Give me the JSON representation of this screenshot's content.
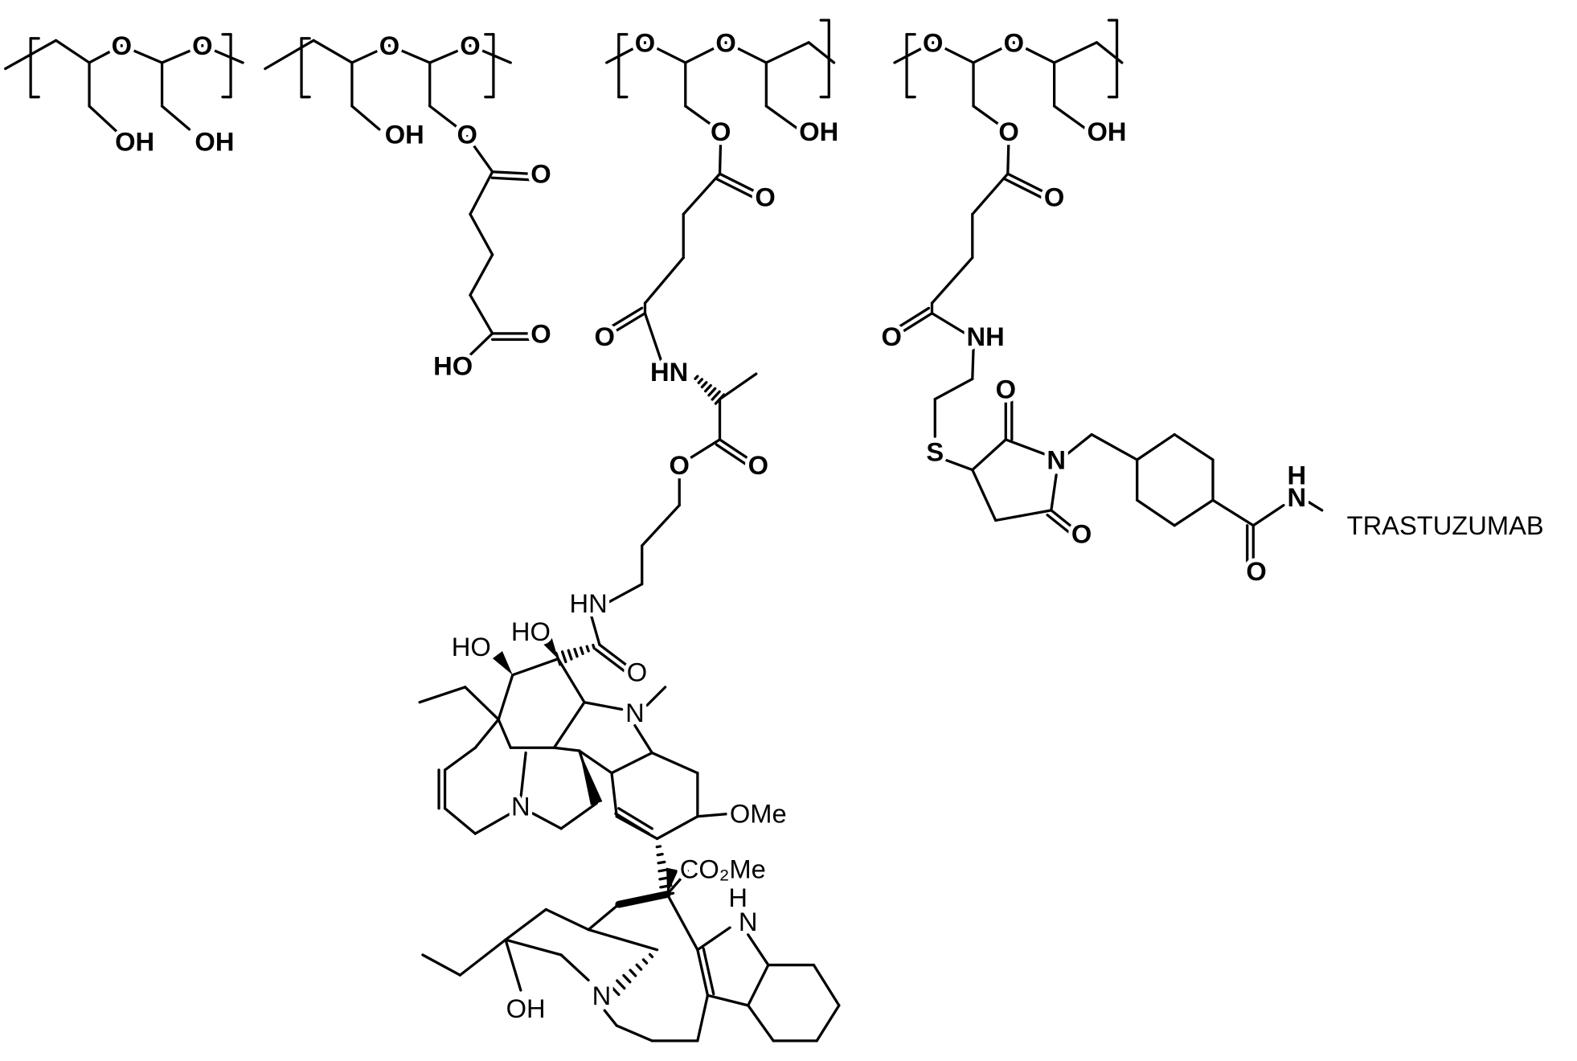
{
  "diagram": {
    "type": "chemical-structure",
    "colors": {
      "ink": "#000000",
      "background": "#ffffff"
    },
    "labels": [
      "O",
      "O",
      "OH",
      "OH",
      "O",
      "O",
      "OH",
      "O",
      "O",
      "O",
      "HO",
      "O",
      "O",
      "O",
      "OH",
      "O",
      "O",
      "HN",
      "O",
      "O",
      "HN",
      "HO",
      "HO",
      "O",
      "N",
      "N",
      "OMe",
      "CO₂Me",
      "H",
      "N",
      "N",
      "OH",
      "O",
      "O",
      "O",
      "OH",
      "O",
      "O",
      "NH",
      "S",
      "O",
      "N",
      "O",
      "H",
      "N",
      "O",
      "TRASTUZUMAB"
    ]
  }
}
